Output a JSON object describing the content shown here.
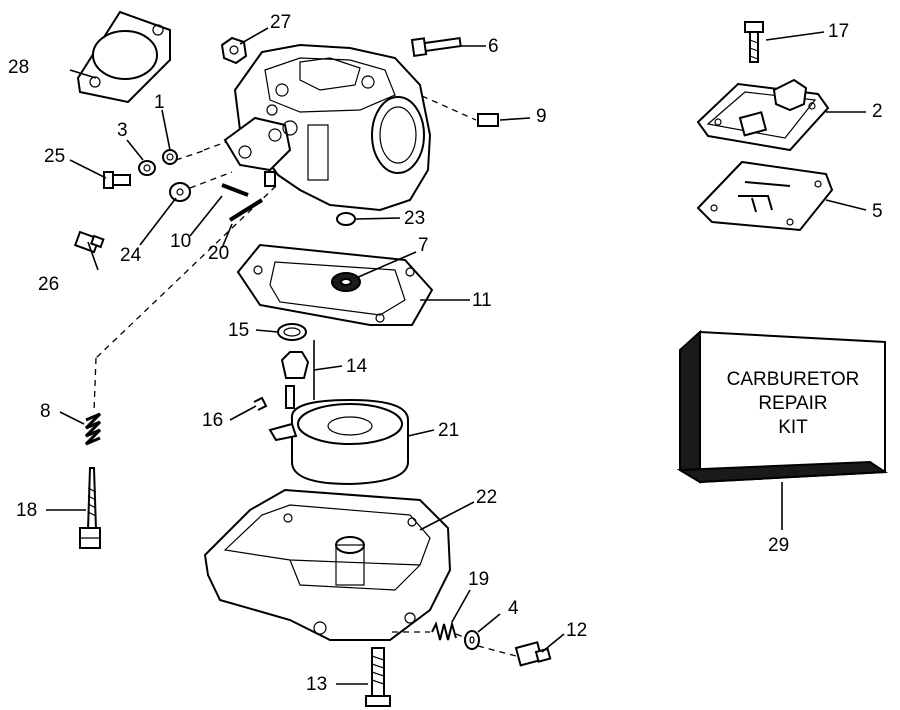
{
  "callouts": {
    "c1": "1",
    "c2": "2",
    "c3": "3",
    "c4": "4",
    "c5": "5",
    "c6": "6",
    "c7": "7",
    "c8": "8",
    "c9": "9",
    "c10": "10",
    "c11": "11",
    "c12": "12",
    "c13": "13",
    "c14": "14",
    "c15": "15",
    "c16": "16",
    "c17": "17",
    "c18": "18",
    "c19": "19",
    "c20": "20",
    "c21": "21",
    "c22": "22",
    "c23": "23",
    "c24": "24",
    "c25": "25",
    "c26": "26",
    "c27": "27",
    "c28": "28",
    "c29": "29"
  },
  "repair_kit": {
    "line1": "CARBURETOR",
    "line2": "REPAIR",
    "line3": "KIT"
  }
}
